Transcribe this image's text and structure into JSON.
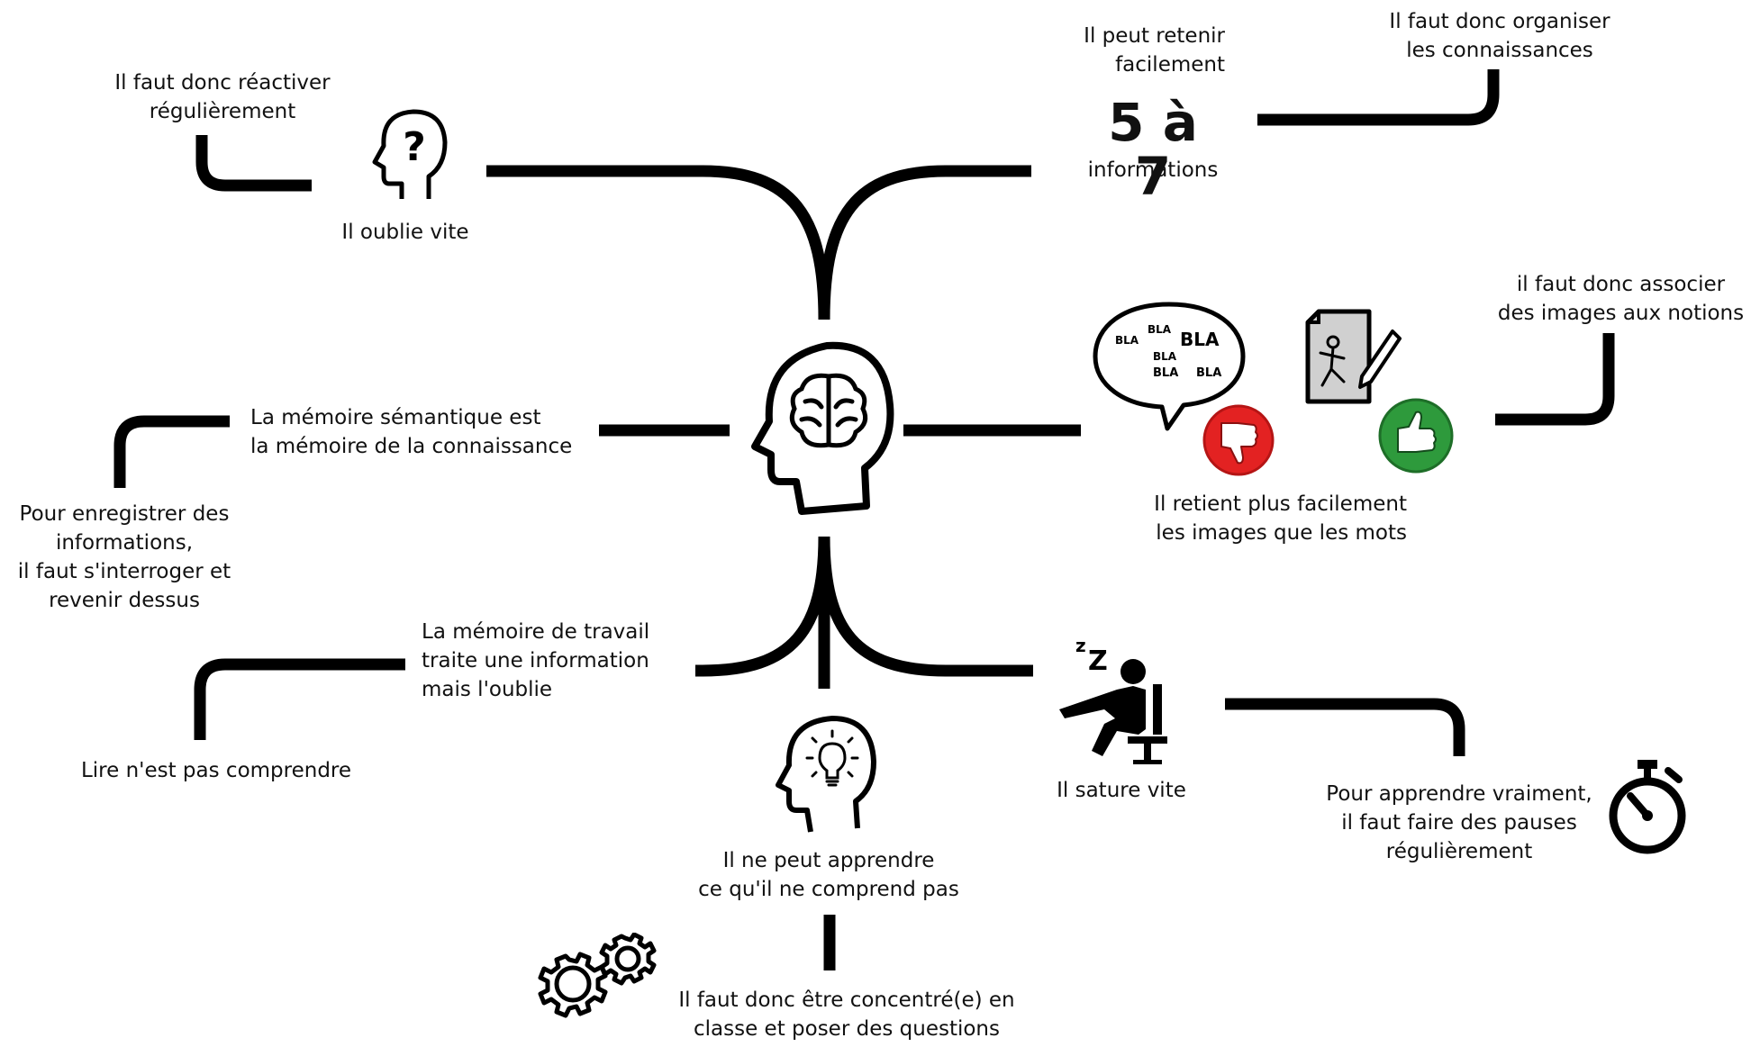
{
  "labels": {
    "reactivate": "Il faut donc réactiver\nrégulièrement",
    "forgets": "Il oublie vite",
    "retain": "Il peut retenir\nfacilement",
    "count": "5 à 7",
    "informations": "informations",
    "organize": "Il faut donc organiser\nles connaissances",
    "semantic": "La mémoire sémantique est\nla mémoire de la connaissance",
    "record": "Pour enregistrer des\ninformations,\nil faut s'interroger et\nrevenir dessus",
    "images": "Il retient plus facilement\nles images que les mots",
    "associate": "il faut donc associer\ndes images aux notions",
    "working": "La mémoire de travail\ntraite une information\nmais l'oublie",
    "read": "Lire n'est pas comprendre",
    "saturates": "Il sature vite",
    "pauses": "Pour apprendre vraiment,\nil faut faire des pauses\nrégulièrement",
    "understand": "Il ne peut apprendre\nce qu'il ne comprend pas",
    "focus": "Il faut donc être concentré(e) en\nclasse et poser des questions"
  },
  "bubble_words": [
    "BLA",
    "BLA",
    "BLA",
    "BLA",
    "BLA",
    "BLA"
  ],
  "colors": {
    "ink": "#000000",
    "thumb_down": "#e32222",
    "thumb_up": "#2e9a3c",
    "paper": "#d0d0d0"
  },
  "icons": [
    "head-question-icon",
    "brain-head-icon",
    "speech-bubble-icon",
    "drawing-paper-icon",
    "thumbs-down-icon",
    "thumbs-up-icon",
    "sleeping-person-icon",
    "head-lightbulb-icon",
    "gears-icon",
    "stopwatch-icon"
  ]
}
